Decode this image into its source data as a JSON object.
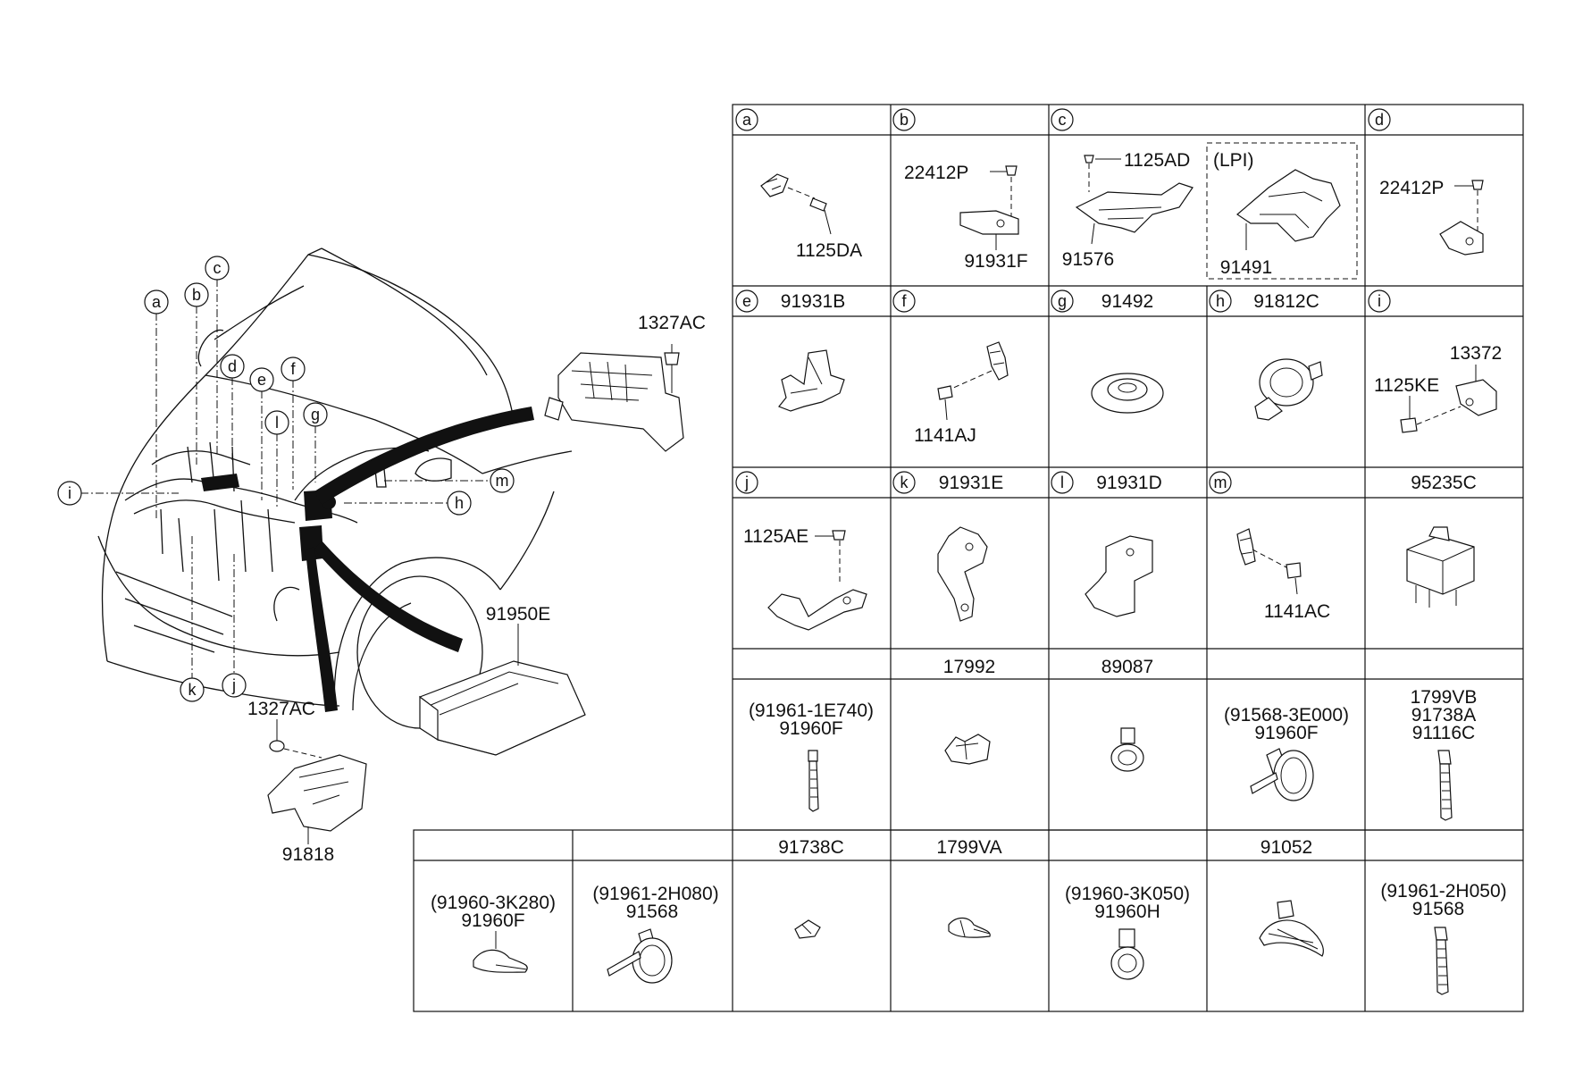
{
  "overview": {
    "callouts": [
      "a",
      "b",
      "c",
      "d",
      "e",
      "f",
      "g",
      "l",
      "i",
      "m",
      "h",
      "k",
      "j"
    ],
    "labels": {
      "relay_box_nut": "1327AC",
      "fuse_box": "91950E",
      "bracket_nut": "1327AC",
      "bracket": "91818"
    }
  },
  "grid": {
    "row1": {
      "a": {
        "letter": "a",
        "parts": [
          "1125DA"
        ]
      },
      "b": {
        "letter": "b",
        "parts": [
          "22412P",
          "91931F"
        ]
      },
      "c": {
        "letter": "c",
        "parts": [
          "1125AD",
          "91576"
        ],
        "lpi_tag": "(LPI)",
        "lpi_part": "91491"
      },
      "d": {
        "letter": "d",
        "parts": [
          "22412P"
        ]
      }
    },
    "row2": {
      "e": {
        "letter": "e",
        "title": "91931B"
      },
      "f": {
        "letter": "f",
        "parts": [
          "1141AJ"
        ]
      },
      "g": {
        "letter": "g",
        "title": "91492"
      },
      "h": {
        "letter": "h",
        "title": "91812C"
      },
      "i": {
        "letter": "i",
        "parts": [
          "13372",
          "1125KE"
        ]
      }
    },
    "row3": {
      "j": {
        "letter": "j",
        "parts": [
          "1125AE"
        ]
      },
      "k": {
        "letter": "k",
        "title": "91931E"
      },
      "l": {
        "letter": "l",
        "title": "91931D"
      },
      "m": {
        "letter": "m",
        "parts": [
          "1141AC"
        ]
      },
      "n": {
        "title": "95235C"
      }
    },
    "row4": {
      "c1": {
        "parts": [
          "(91961-1E740)",
          "91960F"
        ]
      },
      "c2": {
        "title": "17992"
      },
      "c3": {
        "title": "89087"
      },
      "c4": {
        "parts": [
          "(91568-3E000)",
          "91960F"
        ]
      },
      "c5": {
        "parts": [
          "1799VB",
          "91738A",
          "91116C"
        ]
      }
    },
    "row5": {
      "c0": {
        "parts": [
          "(91960-3K280)",
          "91960F"
        ]
      },
      "c1": {
        "parts": [
          "(91961-2H080)",
          "91568"
        ]
      },
      "c2": {
        "title": "91738C"
      },
      "c3": {
        "title": "1799VA"
      },
      "c4": {
        "parts": [
          "(91960-3K050)",
          "91960H"
        ]
      },
      "c5": {
        "title": "91052"
      },
      "c6": {
        "parts": [
          "(91961-2H050)",
          "91568"
        ]
      }
    }
  }
}
